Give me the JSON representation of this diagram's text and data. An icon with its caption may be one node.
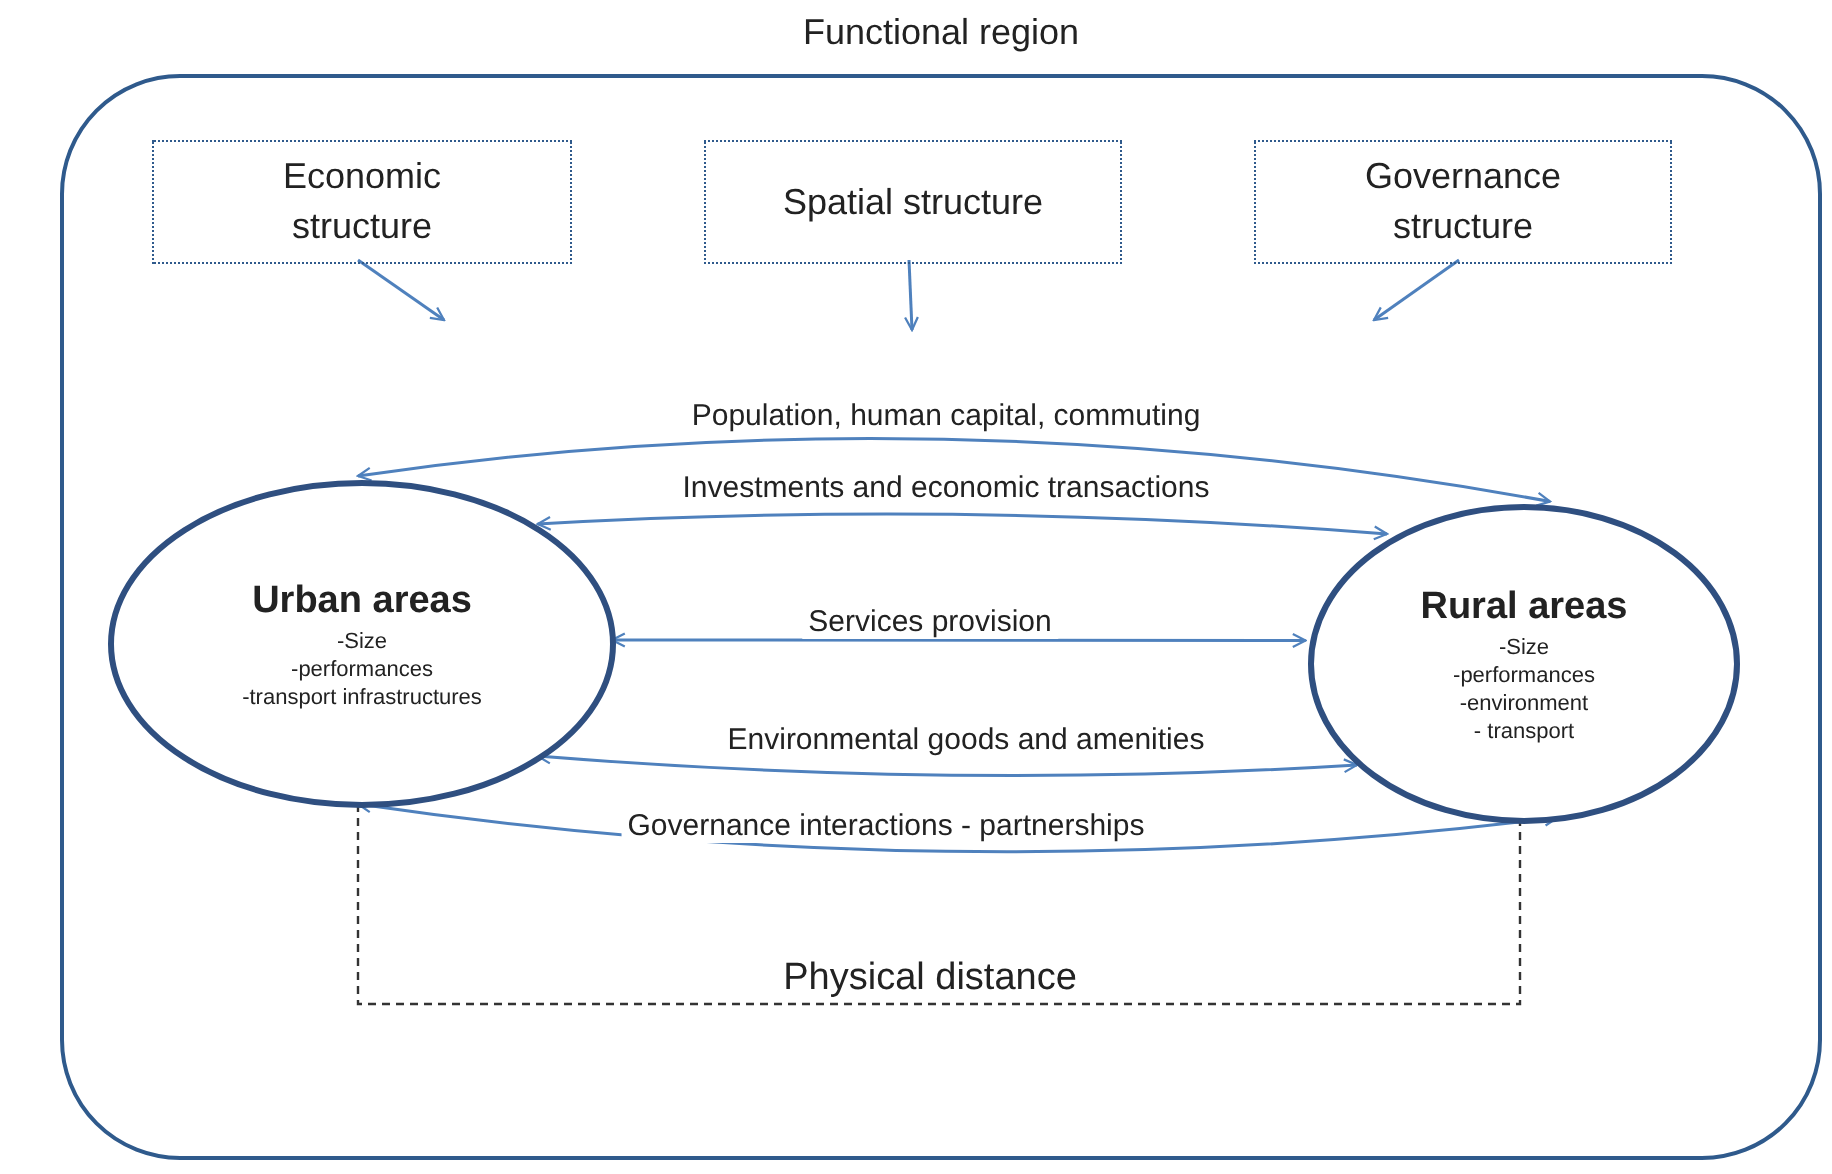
{
  "diagram": {
    "nodes": [
      {
        "text": [
          "Functional region"
        ]
      },
      {
        "text": [
          "Economic structure"
        ],
        "in": 0
      },
      {
        "text": [
          "Spatial structure"
        ],
        "in": 0
      },
      {
        "text": [
          "Governance structure"
        ],
        "in": 0
      },
      {
        "text": [
          "Urban areas",
          "-Size",
          "-performances",
          "-transport infrastructures"
        ],
        "in": 0
      },
      {
        "text": [
          "Rural areas",
          "-Size",
          "-performances",
          "-environment",
          "- transport"
        ],
        "in": 0
      }
    ],
    "edges": [
      {
        "from": 1,
        "to": null,
        "arrow": "to"
      },
      {
        "from": 2,
        "to": null,
        "arrow": "to"
      },
      {
        "from": 3,
        "to": null,
        "arrow": "to"
      },
      {
        "from": 4,
        "to": 5,
        "arrow": "both",
        "label": "Population, human capital, commuting"
      },
      {
        "from": 4,
        "to": 5,
        "arrow": "both",
        "label": "Investments and economic transactions"
      },
      {
        "from": 4,
        "to": 5,
        "arrow": "both",
        "label": "Services provision"
      },
      {
        "from": 4,
        "to": 5,
        "arrow": "both",
        "label": "Environmental goods and amenities"
      },
      {
        "from": 4,
        "to": 5,
        "arrow": "both",
        "label": "Governance interactions - partnerships"
      },
      {
        "from": 4,
        "to": 5,
        "arrow": "none",
        "label": "Physical distance",
        "style": "dashed",
        "color": "#333333"
      }
    ]
  }
}
